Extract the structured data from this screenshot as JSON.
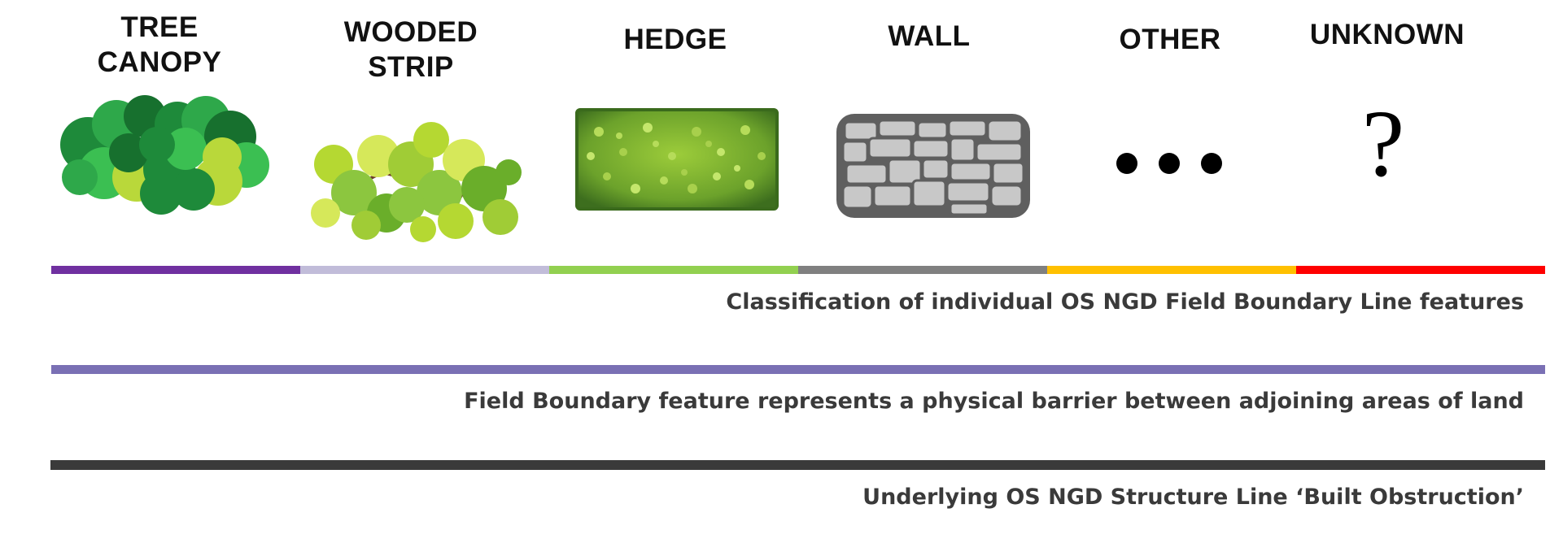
{
  "categories": [
    {
      "key": "tree-canopy",
      "label": "TREE\nCANOPY",
      "color": "#7030a0"
    },
    {
      "key": "wooded-strip",
      "label": "WOODED\nSTRIP",
      "color": "#c1bcd9"
    },
    {
      "key": "hedge",
      "label": "HEDGE",
      "color": "#92d050"
    },
    {
      "key": "wall",
      "label": "WALL",
      "color": "#808080"
    },
    {
      "key": "other",
      "label": "OTHER",
      "color": "#ffc000"
    },
    {
      "key": "unknown",
      "label": "UNKNOWN",
      "color": "#ff0000"
    }
  ],
  "icons": {
    "tree-canopy": "tree-canopy-icon",
    "wooded-strip": "wooded-strip-icon",
    "hedge": "hedge-icon",
    "wall": "stone-wall-icon",
    "other": "ellipsis-icon",
    "unknown": "question-mark-icon",
    "unknown_glyph": "?"
  },
  "rows": [
    {
      "key": "classification",
      "caption": "Classification of individual OS NGD Field Boundary Line features"
    },
    {
      "key": "field-boundary",
      "caption": "Field Boundary feature represents a physical barrier between adjoining areas of land",
      "color": "#7a70b4"
    },
    {
      "key": "structure-line",
      "caption": "Underlying OS NGD Structure Line ‘Built Obstruction’",
      "color": "#3a3a3a"
    }
  ]
}
